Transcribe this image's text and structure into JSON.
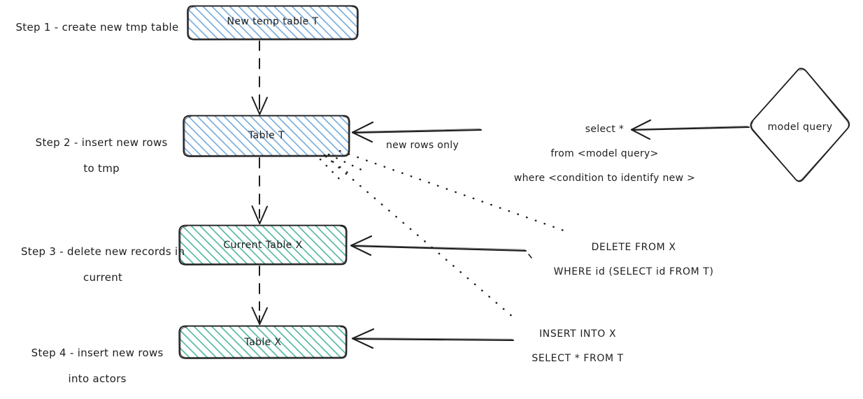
{
  "diagram": {
    "title": "Incremental table load flow",
    "style": "hand-drawn whiteboard",
    "background": "#ffffff",
    "colors": {
      "stroke": "#1e1e1e",
      "blue_fill": "#a5c8e8",
      "blue_hatch": "#74a9dd",
      "green_fill": "#8fd9c8",
      "green_hatch": "#4db6a0",
      "text": "#1e1e1e"
    }
  },
  "steps": [
    {
      "id": "step1",
      "text": "Step 1 - create new tmp table"
    },
    {
      "id": "step2",
      "line1": "Step 2 - insert new rows",
      "line2": "to tmp"
    },
    {
      "id": "step3",
      "line1": "Step 3 - delete new records in",
      "line2": "current"
    },
    {
      "id": "step4",
      "line1": "Step 4 - insert new rows",
      "line2": "into actors"
    }
  ],
  "nodes": [
    {
      "id": "new-temp-table-t",
      "label": "New temp table T",
      "shape": "rounded-rect",
      "fill": "blue"
    },
    {
      "id": "table-t",
      "label": "Table T",
      "shape": "rounded-rect",
      "fill": "blue"
    },
    {
      "id": "current-table-x",
      "label": "Current Table X",
      "shape": "rounded-rect",
      "fill": "green"
    },
    {
      "id": "table-x",
      "label": "Table X",
      "shape": "rounded-rect",
      "fill": "green"
    },
    {
      "id": "model-query",
      "label": "model query",
      "shape": "diamond",
      "fill": "none"
    }
  ],
  "edge_labels": {
    "new_rows_only": "new rows only",
    "model_query_sql": {
      "line1": "select *",
      "line2": "from <model query>",
      "line3": "where <condition to identify new >"
    },
    "delete_sql": {
      "line1": "DELETE FROM X",
      "line2": "WHERE id (SELECT id FROM T)"
    },
    "insert_sql": {
      "line1": "INSERT INTO X",
      "line2": "SELECT * FROM T"
    }
  },
  "edges": [
    {
      "from": "new-temp-table-t",
      "to": "table-t",
      "style": "dashed",
      "arrow": "down"
    },
    {
      "from": "table-t",
      "to": "current-table-x",
      "style": "dashed",
      "arrow": "down"
    },
    {
      "from": "current-table-x",
      "to": "table-x",
      "style": "dashed",
      "arrow": "down"
    },
    {
      "from": "model-query",
      "to": "table-t",
      "style": "solid",
      "arrow": "left",
      "label": "new rows only"
    },
    {
      "from": "delete-sql-label",
      "to": "current-table-x",
      "style": "solid",
      "arrow": "left"
    },
    {
      "from": "insert-sql-label",
      "to": "table-x",
      "style": "solid",
      "arrow": "left"
    },
    {
      "from": "table-t",
      "to": "delete-sql-label",
      "style": "dotted",
      "arrow": "none"
    },
    {
      "from": "table-t",
      "to": "insert-sql-label",
      "style": "dotted",
      "arrow": "none"
    }
  ]
}
